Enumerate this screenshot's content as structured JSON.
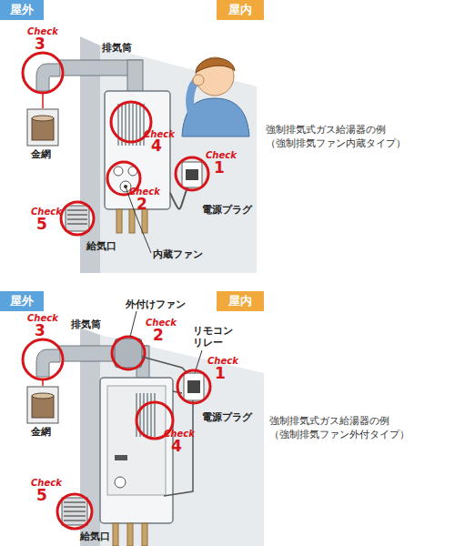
{
  "diagram": {
    "nodes": [
      {
        "text": [
          "屋外"
        ]
      },
      {
        "text": [
          "屋内"
        ]
      },
      {
        "text": [
          "屋外"
        ]
      },
      {
        "text": [
          "屋内"
        ]
      }
    ],
    "labels": [
      "Check",
      "3",
      "排気筒",
      "金網",
      "Check",
      "4",
      "Check",
      "1",
      "Check",
      "2",
      "電源プラグ",
      "Check",
      "5",
      "給気口",
      "内蔵ファン",
      "強制排気式ガス給湯器の例 （強制排気ファン内蔵タイプ）",
      "Check",
      "3",
      "排気筒",
      "外付けファン",
      "Check",
      "2",
      "リモコン リレー",
      "Check",
      "1",
      "電源プラグ",
      "Check",
      "4",
      "金網",
      "Check",
      "5",
      "給気口",
      "強制排気式ガス給湯器の例 （強制排気ファン外付タイプ）"
    ]
  }
}
